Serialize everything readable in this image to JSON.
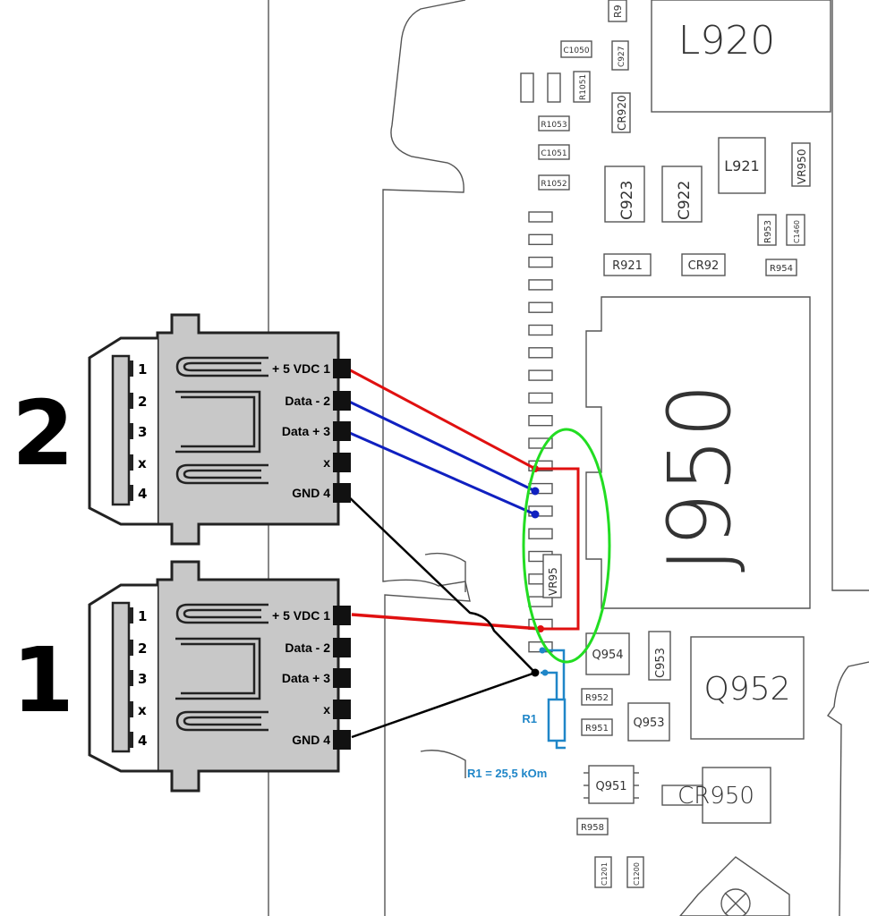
{
  "connectors": [
    {
      "number": "2",
      "left_pins": [
        "1",
        "2",
        "3",
        "x",
        "4"
      ],
      "right_pins": [
        "+ 5 VDC 1",
        "Data - 2",
        "Data + 3",
        "x",
        "GND 4"
      ]
    },
    {
      "number": "1",
      "left_pins": [
        "1",
        "2",
        "3",
        "x",
        "4"
      ],
      "right_pins": [
        "+ 5 VDC 1",
        "Data - 2",
        "Data + 3",
        "x",
        "GND 4"
      ]
    }
  ],
  "components": {
    "L920": "L920",
    "J950": "J950",
    "Q952": "Q952",
    "CR950": "CR950",
    "C923": "C923",
    "C922": "C922",
    "L921": "L921",
    "VR950": "VR950",
    "R921": "R921",
    "CR92": "CR92",
    "R954": "R954",
    "R953": "R953",
    "C1460": "C1460",
    "C1050": "C1050",
    "C927": "C927",
    "R9": "R9",
    "R1051": "R1051",
    "CR920": "CR920",
    "R1053": "R1053",
    "C1051": "C1051",
    "R1052": "R1052",
    "VR95": "VR95",
    "Q954": "Q954",
    "C953": "C953",
    "R952": "R952",
    "R951": "R951",
    "Q953": "Q953",
    "Q951": "Q951",
    "R958": "R958",
    "C1201": "C1201",
    "C1200": "C1200"
  },
  "resistor": {
    "label": "R1",
    "value_label": "R1 = 25,5 kOm"
  },
  "colors": {
    "vcc_wire": "#e01010",
    "data_wire": "#1020c0",
    "gnd_wire": "#000000",
    "resistor": "#1f86c8",
    "highlight": "#22dd22"
  }
}
